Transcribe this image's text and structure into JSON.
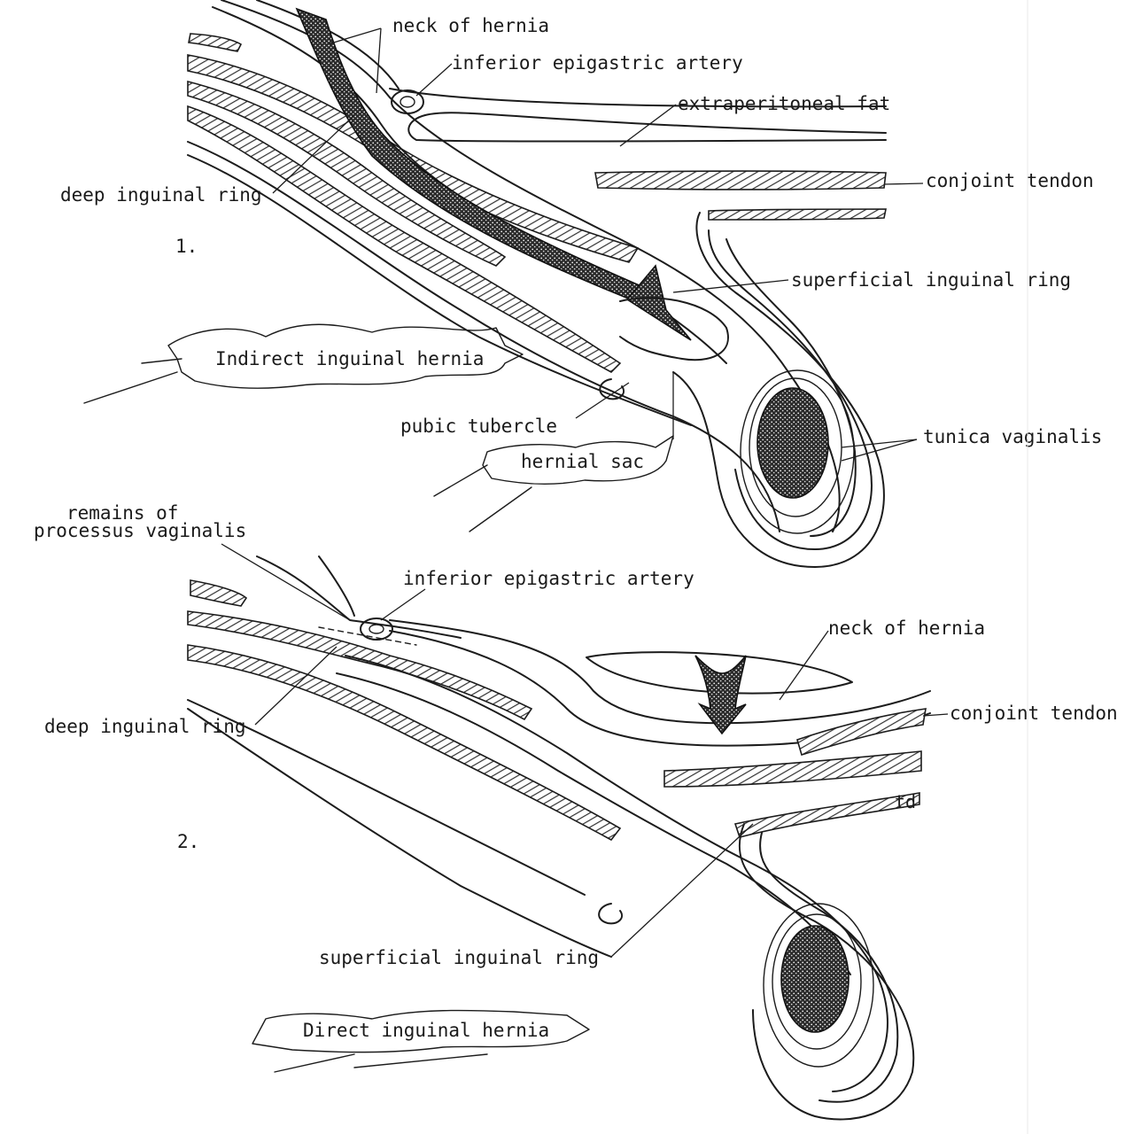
{
  "figure_1": {
    "number": "1.",
    "labels": {
      "neck_of_hernia": "neck of hernia",
      "inferior_epigastric_artery": "inferior epigastric artery",
      "extraperitoneal_fat": "extraperitoneal fat",
      "conjoint_tendon": "conjoint tendon",
      "deep_inguinal_ring": "deep inguinal ring",
      "superficial_inguinal_ring": "superficial inguinal ring",
      "pubic_tubercle": "pubic tubercle",
      "hernial_sac": "hernial sac",
      "tunica_vaginalis": "tunica vaginalis"
    },
    "title_banner": "Indirect inguinal hernia"
  },
  "figure_2": {
    "number": "2.",
    "labels": {
      "remains_line1": "remains of",
      "remains_line2": "processus vaginalis",
      "inferior_epigastric_artery": "inferior epigastric artery",
      "neck_of_hernia": "neck of hernia",
      "conjoint_tendon": "conjoint tendon",
      "deep_inguinal_ring": "deep inguinal ring",
      "superficial_inguinal_ring": "superficial inguinal ring",
      "artist_initials": "td"
    },
    "title_banner": "Direct inguinal hernia"
  },
  "colors": {
    "ink": "#1c1c1c",
    "paper": "#ffffff"
  }
}
